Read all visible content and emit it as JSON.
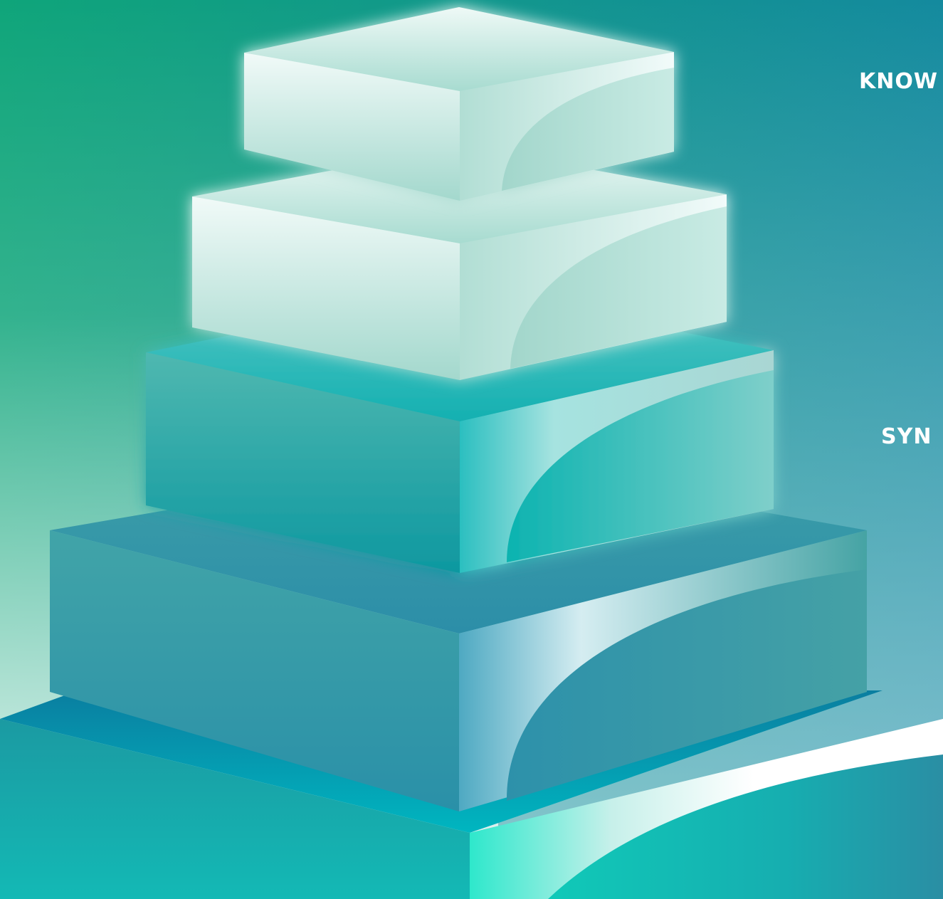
{
  "labels": {
    "top_level": "KNOW",
    "middle_level": "SYN"
  },
  "colors": {
    "background_top_left": "#0fa57a",
    "background_top_right": "#148a9e",
    "background_bottom_left": "#e8f7f0",
    "background_bottom_right": "#9ccdd9",
    "layer_light": "#cde9e2",
    "layer_teal": "#21b2ac",
    "layer_blue": "#2f97a6",
    "base": "#0ab3b8",
    "label_text": "#ffffff"
  },
  "diagram": {
    "type": "layered-pyramid",
    "layers": [
      {
        "tier": 1,
        "style": "light",
        "label_key": "top_level"
      },
      {
        "tier": 2,
        "style": "light",
        "label_key": ""
      },
      {
        "tier": 3,
        "style": "teal",
        "label_key": "middle_level"
      },
      {
        "tier": 4,
        "style": "blue",
        "label_key": ""
      },
      {
        "tier": 5,
        "style": "base",
        "label_key": ""
      }
    ]
  }
}
